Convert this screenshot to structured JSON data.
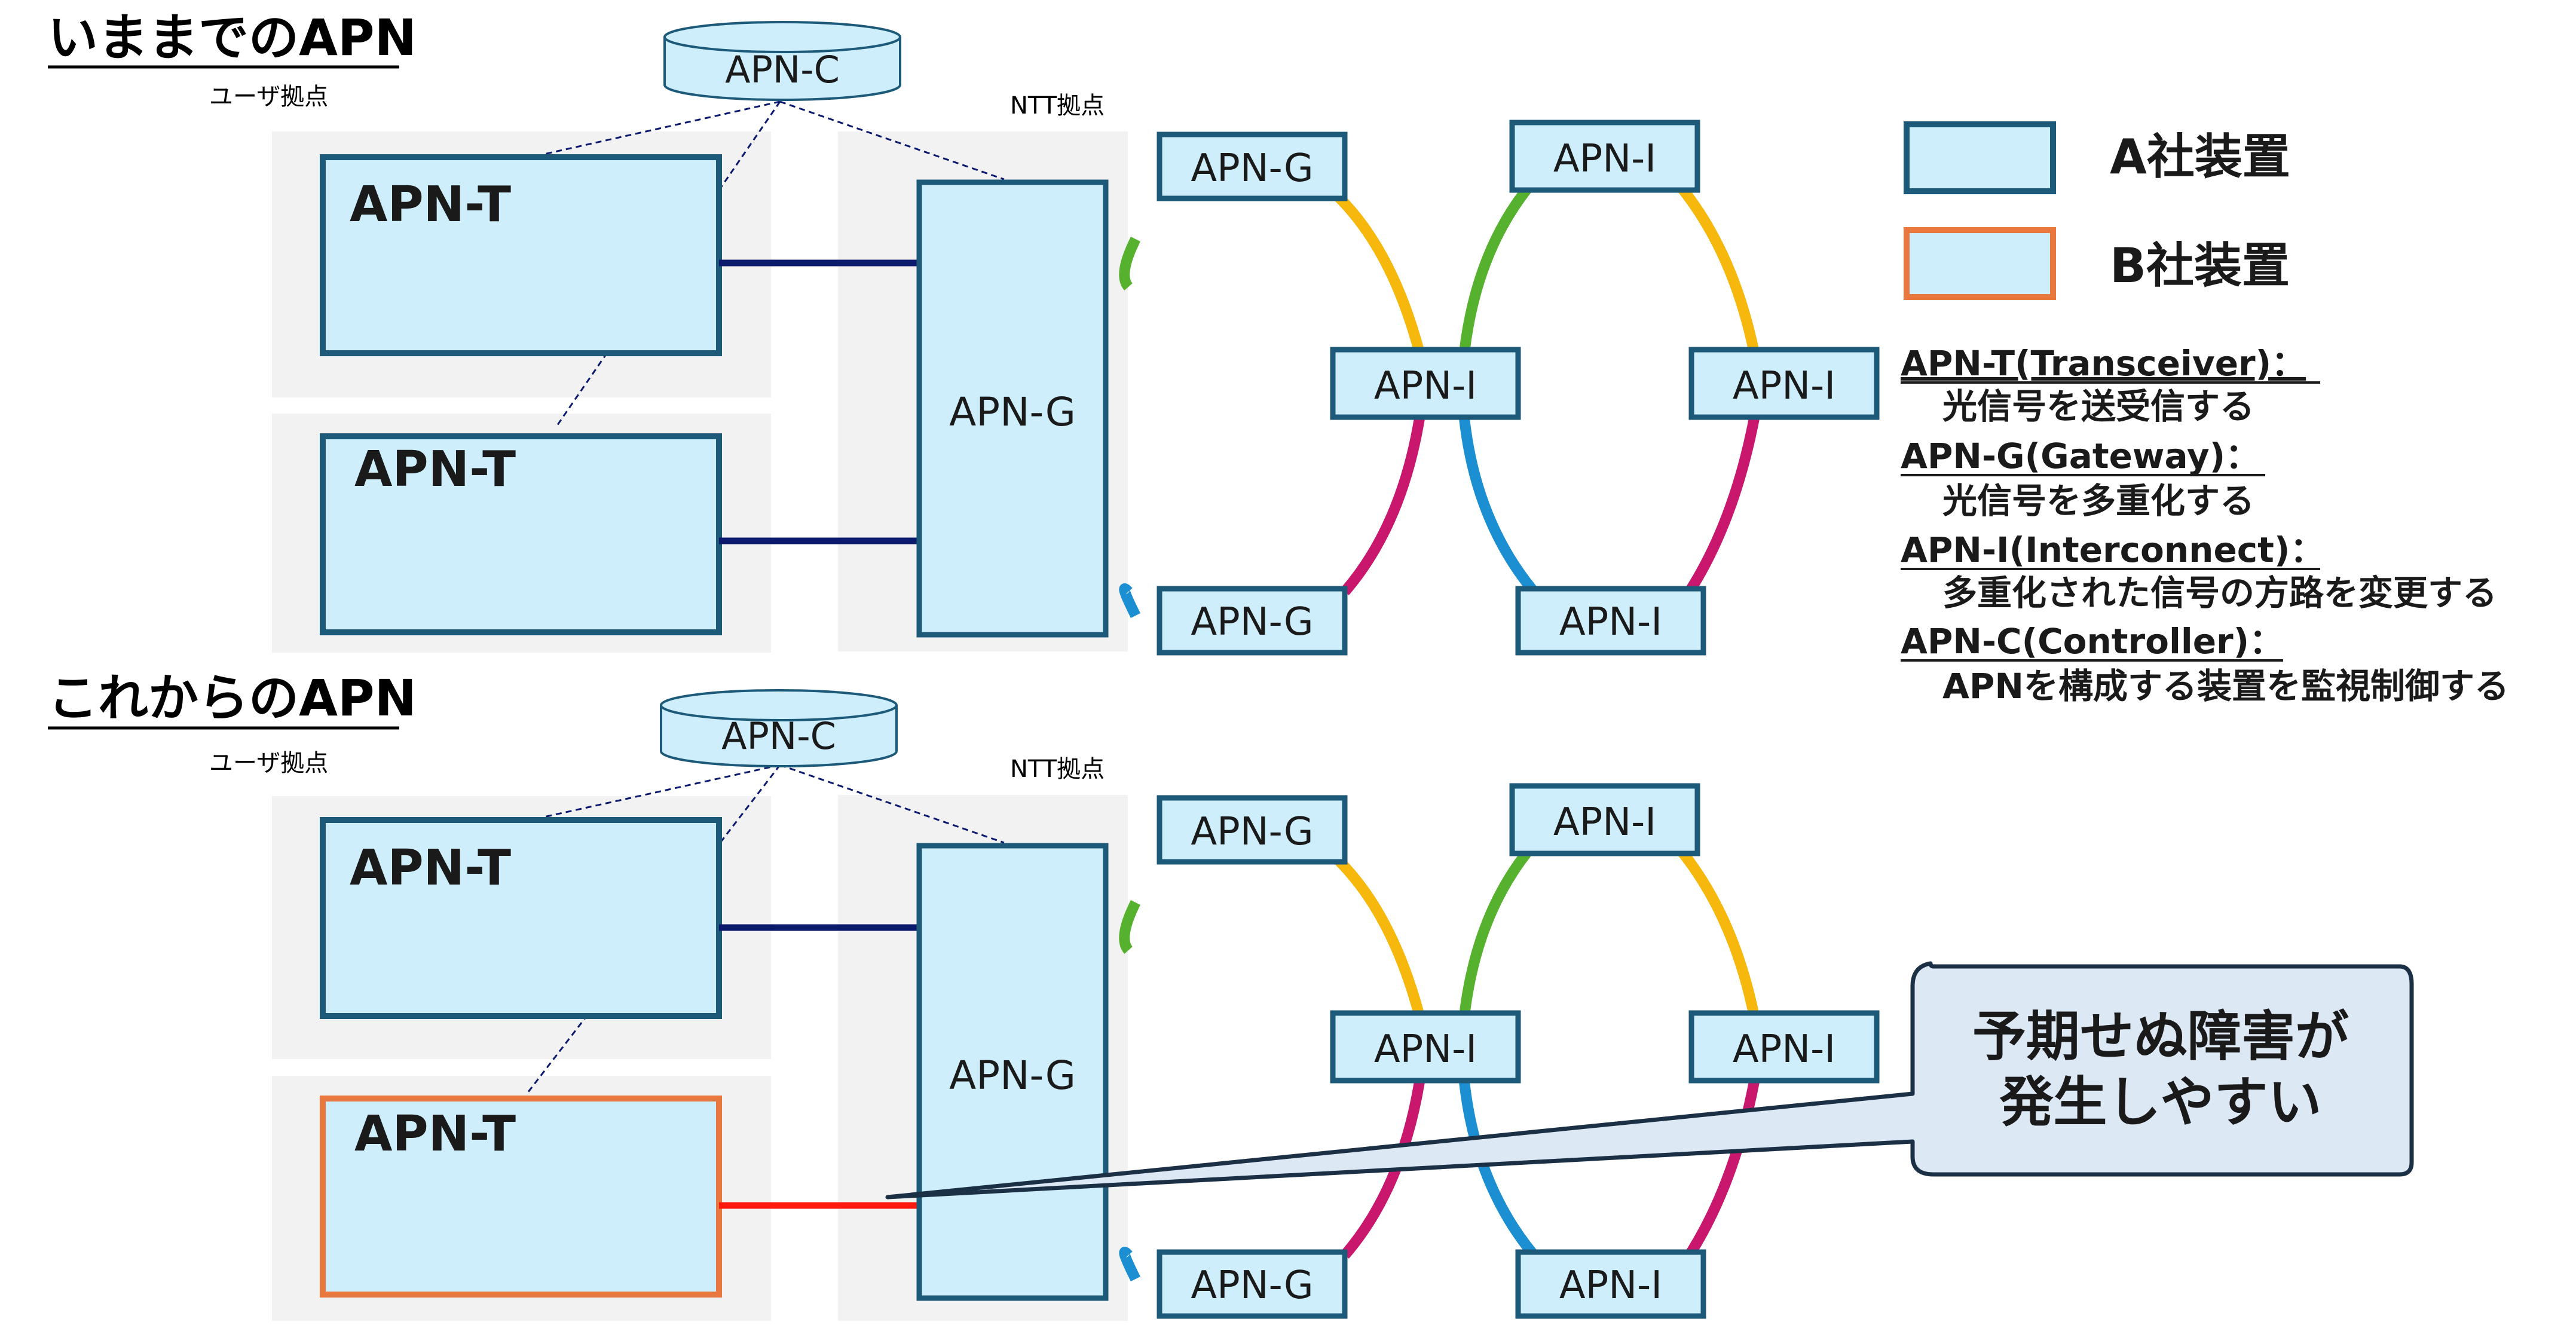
{
  "colors": {
    "device_fill": "#cdeefa",
    "company_a_border": "#1d5a7a",
    "company_b_border": "#e8783e",
    "site_bg": "#f2f2f2",
    "link_navy": "#0c1a6e",
    "link_red": "#ff1a0f",
    "ring_green": "#56b22e",
    "ring_yellow": "#f7b80e",
    "ring_orange": "#f47c1a",
    "ring_magenta": "#c9176e",
    "ring_blue": "#1b8fd2",
    "callout_fill": "#dde8f5",
    "callout_border": "#1b2f45"
  },
  "sections": [
    {
      "heading": "いままでのAPN",
      "user_site_label": "ユーザ拠点",
      "ntt_site_label": "NTT拠点",
      "controller": "APN-C",
      "transceivers": [
        {
          "label": "APN-T",
          "vendor": "A"
        },
        {
          "label": "APN-T",
          "vendor": "A"
        }
      ],
      "gateway": "APN-G",
      "ring_nodes": {
        "g_top": "APN-G",
        "g_bottom": "APN-G",
        "i_top": "APN-I",
        "i_mid_left": "APN-I",
        "i_mid_right": "APN-I",
        "i_bottom": "APN-I"
      }
    },
    {
      "heading": "これからのAPN",
      "user_site_label": "ユーザ拠点",
      "ntt_site_label": "NTT拠点",
      "controller": "APN-C",
      "transceivers": [
        {
          "label": "APN-T",
          "vendor": "A"
        },
        {
          "label": "APN-T",
          "vendor": "B"
        }
      ],
      "gateway": "APN-G",
      "ring_nodes": {
        "g_top": "APN-G",
        "g_bottom": "APN-G",
        "i_top": "APN-I",
        "i_mid_left": "APN-I",
        "i_mid_right": "APN-I",
        "i_bottom": "APN-I"
      },
      "callout": [
        "予期せぬ障害が",
        "発生しやすい"
      ]
    }
  ],
  "legend": [
    {
      "label": "A社装置",
      "vendor": "A"
    },
    {
      "label": "B社装置",
      "vendor": "B"
    }
  ],
  "definitions": [
    {
      "term": "APN-T(Transceiver)：",
      "desc": "光信号を送受信する"
    },
    {
      "term": "APN-G(Gateway)：",
      "desc": "光信号を多重化する"
    },
    {
      "term": "APN-I(Interconnect)：",
      "desc": "多重化された信号の方路を変更する"
    },
    {
      "term": "APN-C(Controller)：",
      "desc": "APNを構成する装置を監視制御する"
    }
  ]
}
